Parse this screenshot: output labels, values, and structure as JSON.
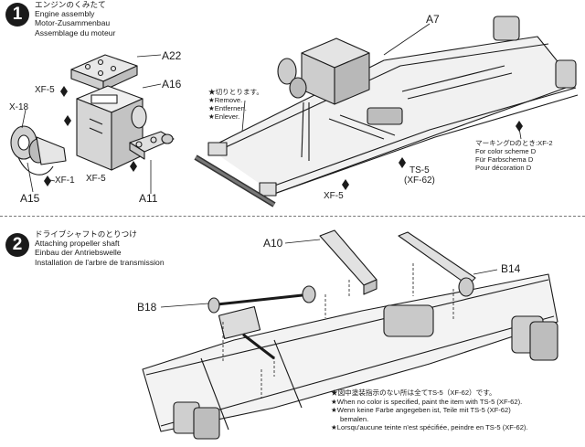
{
  "step1": {
    "number": "1",
    "title_ja": "エンジンのくみたて",
    "title_en": "Engine assembly",
    "title_de": "Motor-Zusammenbau",
    "title_fr": "Assemblage du moteur",
    "parts": {
      "a22": "A22",
      "a16": "A16",
      "a15": "A15",
      "a11": "A11",
      "a7": "A7",
      "x18": "X-18",
      "xf5_a": "XF-5",
      "xf1": "XF-1",
      "xf5_b": "XF-5",
      "xf5_c": "XF-5",
      "ts5": "TS-5",
      "xf62": "(XF-62)",
      "xf2": "XF-2"
    },
    "remove_note": {
      "ja": "★切りとります。",
      "en": "★Remove.",
      "de": "★Entfernen.",
      "fr": "★Enlever."
    },
    "marking": {
      "ja": "マーキングDのとき:",
      "en": "For color scheme D",
      "de": "Für Farbschema D",
      "fr": "Pour décoration D"
    }
  },
  "step2": {
    "number": "2",
    "title_ja": "ドライブシャフトのとりつけ",
    "title_en": "Attaching propeller shaft",
    "title_de": "Einbau der Antriebswelle",
    "title_fr": "Installation de l'arbre de transmission",
    "parts": {
      "a10": "A10",
      "b14": "B14",
      "b18": "B18"
    },
    "paint_note": {
      "ja": "★図中塗装指示のない所は全てTS-5（XF-62）です。",
      "en": "★When no color is specified, paint the item with TS-5 (XF-62).",
      "de_1": "★Wenn keine Farbe angegeben ist, Teile mit TS-5 (XF-62)",
      "de_2": "bemalen.",
      "fr": "★Lorsqu'aucune teinte n'est spécifiée, peindre en TS-5 (XF-62)."
    }
  }
}
